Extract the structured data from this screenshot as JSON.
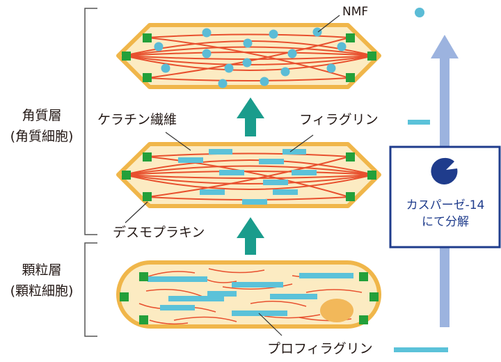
{
  "layers": {
    "cornified": {
      "line1": "角質層",
      "line2": "(角質細胞)"
    },
    "granular": {
      "line1": "顆粒層",
      "line2": "(顆粒細胞)"
    }
  },
  "labels": {
    "nmf": "NMF",
    "keratin": "ケラチン繊維",
    "filaggrin": "フィラグリン",
    "desmoplakin": "デスモプラキン",
    "profilaggrin": "プロフィラグリン"
  },
  "caspase_box": {
    "line1": "カスパーゼ-14",
    "line2": "にて分解"
  },
  "colors": {
    "cell_fill": "#fcebc2",
    "cell_border": "#f0b64a",
    "fiber": "#e8502e",
    "filament": "#5bc2d9",
    "nmf_dot": "#5bbcd6",
    "desmosome": "#23a03a",
    "arrow_teal": "#1a9c8c",
    "caspase_arrow": "#9cb3df",
    "caspase_border": "#1f3c8c",
    "nucleus": "#f2b85a"
  }
}
